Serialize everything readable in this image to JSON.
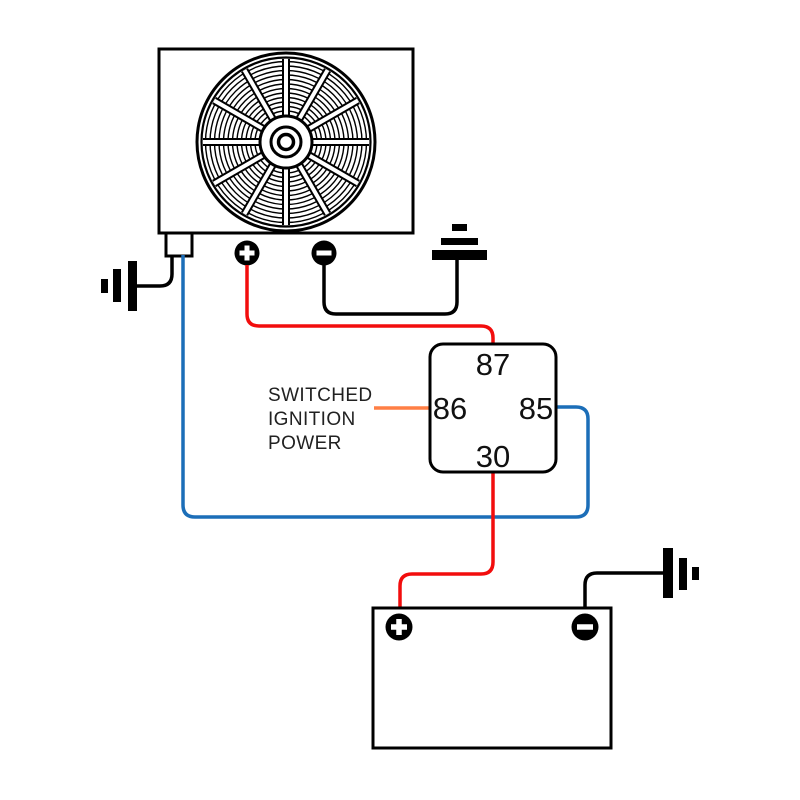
{
  "relay": {
    "pin_top": "87",
    "pin_left": "86",
    "pin_right": "85",
    "pin_bottom": "30"
  },
  "ignition_label": {
    "line1": "SWITCHED",
    "line2": "IGNITION",
    "line3": "POWER"
  },
  "colors": {
    "power_wire": "#f20d0d",
    "ground_wire": "#000000",
    "trigger_wire": "#ff7f45",
    "relay_switch_wire": "#1c6eb8",
    "outline": "#000000",
    "label_text": "#212121",
    "pin_text": "#111111",
    "background": "#ffffff"
  },
  "icons": {
    "positive_terminal": "+",
    "negative_terminal": "−",
    "ground_symbol": "chassis-ground",
    "fan_symbol": "radiator-fan"
  }
}
